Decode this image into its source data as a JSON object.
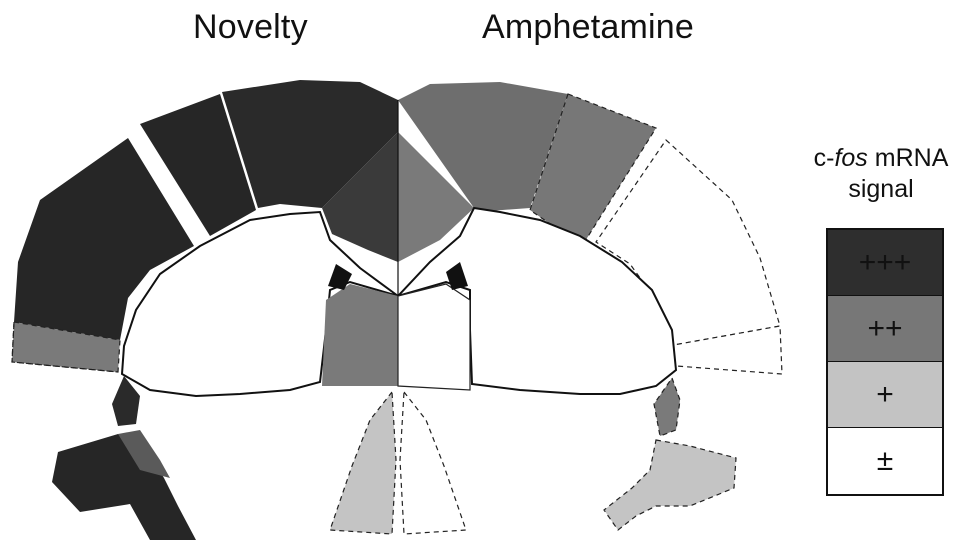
{
  "titles": {
    "left": "Novelty",
    "right": "Amphetamine"
  },
  "legend": {
    "heading_prefix": "c-",
    "heading_italic": "fos",
    "heading_suffix": " mRNA",
    "heading_line2": "signal",
    "levels": [
      {
        "label": "+++",
        "color": "#2e2e2e"
      },
      {
        "label": "++",
        "color": "#777777"
      },
      {
        "label": "+",
        "color": "#c3c3c3"
      },
      {
        "label": "±",
        "color": "#ffffff"
      }
    ]
  },
  "colors": {
    "very_dark": "#262626",
    "dark": "#3a3a3a",
    "medium": "#737373",
    "light": "#c4c4c4",
    "white": "#ffffff"
  }
}
